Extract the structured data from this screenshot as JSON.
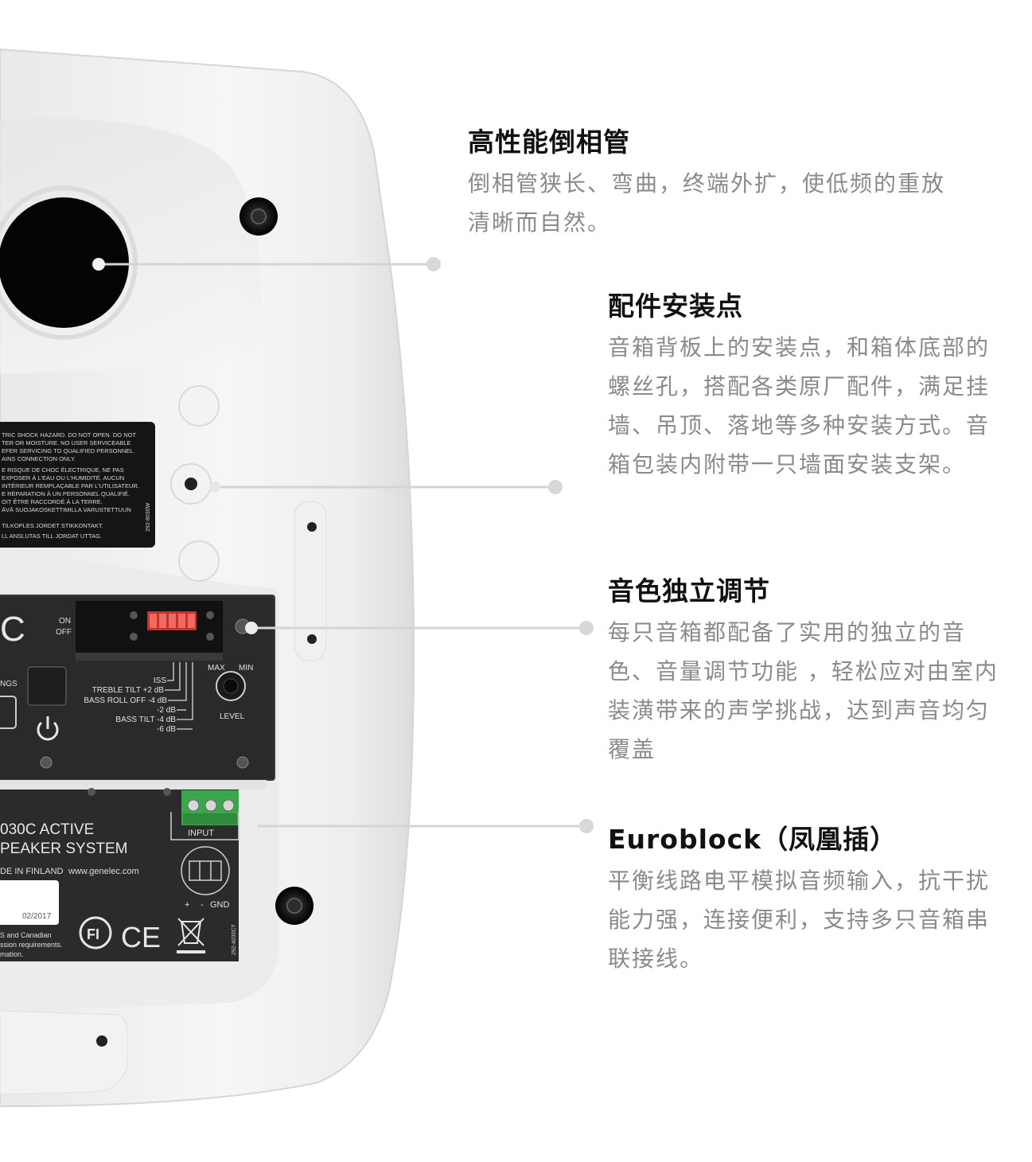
{
  "features": [
    {
      "title": "高性能倒相管",
      "desc": "倒相管狭长、弯曲，终端外扩，使低频的重放清晰而自然。"
    },
    {
      "title": "配件安装点",
      "desc": "音箱背板上的安装点，和箱体底部的螺丝孔，搭配各类原厂配件，满足挂墙、吊顶、落地等多种安装方式。音箱包装内附带一只墙面安装支架。"
    },
    {
      "title": "音色独立调节",
      "desc": "每只音箱都配备了实用的独立的音色、音量调节功能 ，轻松应对由室内装潢带来的声学挑战，达到声音均匀覆盖"
    },
    {
      "title": "Euroblock（凤凰插）",
      "desc": "平衡线路电平模拟音频输入，抗干扰能力强，连接便利，支持多只音箱串联接线。"
    }
  ],
  "speaker": {
    "warning_label": [
      "TRIC SHOCK HAZARD. DO NOT OPEN. DO NOT",
      "TER OR MOISTURE. NO USER SERVICEABLE",
      "EFER SERVICING TO QUALIFIED PERSONNEL.",
      "AINS CONNECTION ONLY.",
      "E RISQUE DE CHOC ÉLECTRIQUE, NE PAS",
      "EXPOSER À L'EAU OU L'HUMIDITÉ. AUCUN",
      "INTÉRIEUR REMPLAÇABLE PAR L'UTILISATEUR.",
      "E RÉPARATION À UN PERSONNEL QUALIFIÉ.",
      "OIT ÊTRE RACCORDÉ À LA TERRE.",
      "ÄVÄ SUOJAKOSKETTIMILLA VARUSTETTUUN",
      "TILKOPLES JORDET STIKKONTAKT.",
      "LL ANSLUTAS TILL JORDAT UTTAG."
    ],
    "warning_code": "292-8030W",
    "on_label": "ON",
    "off_label": "OFF",
    "logo_fragment": "C",
    "settings_fragment": "NGS",
    "iss_label": "ISS",
    "treble_label": "TREBLE TILT +2 dB",
    "bass_rolloff_label": "BASS ROLL OFF -4 dB",
    "minus2_label": "-2 dB",
    "bass_tilt_label": "BASS TILT -4 dB",
    "minus6_label": "-6 dB",
    "max_label": "MAX",
    "min_label": "MIN",
    "level_label": "LEVEL",
    "input_label": "INPUT",
    "model_line1": "030C ACTIVE",
    "model_line2": "PEAKER SYSTEM",
    "made_in": "DE IN FINLAND",
    "website": "www.genelec.com",
    "date": "02/2017",
    "canadian_line1": "S and Canadian",
    "canadian_line2": "ssion requirements.",
    "canadian_line3": "mation.",
    "plus_label": "+",
    "minus_label": "-",
    "gnd_label": "GND",
    "fi_mark": "FI",
    "ce_mark": "CE",
    "panel_code": "292-4030CT"
  }
}
